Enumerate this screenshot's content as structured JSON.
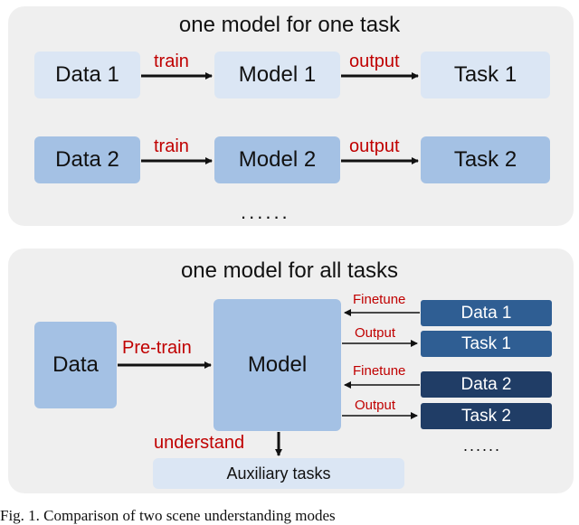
{
  "top": {
    "title": "one model for one task",
    "row1": {
      "data": "Data 1",
      "model": "Model 1",
      "task": "Task 1",
      "train": "train",
      "output": "output"
    },
    "row2": {
      "data": "Data 2",
      "model": "Model 2",
      "task": "Task 2",
      "train": "train",
      "output": "output"
    },
    "ellipsis": "......"
  },
  "bottom": {
    "title": "one model for all tasks",
    "data": "Data",
    "model": "Model",
    "pretrain": "Pre-train",
    "understand": "understand",
    "auxiliary": "Auxiliary tasks",
    "pairs": [
      {
        "finetune": "Finetune",
        "output": "Output",
        "data": "Data 1",
        "task": "Task 1"
      },
      {
        "finetune": "Finetune",
        "output": "Output",
        "data": "Data 2",
        "task": "Task 2"
      }
    ],
    "ellipsis": "......"
  },
  "caption": "Fig. 1. Comparison of two scene understanding modes",
  "colors": {
    "panel": "#efefef",
    "box_light": "#dbe6f4",
    "box_mid": "#a4c1e4",
    "box_dark": "#2f5e93",
    "box_navy": "#203d66",
    "label_red": "#c00000"
  }
}
